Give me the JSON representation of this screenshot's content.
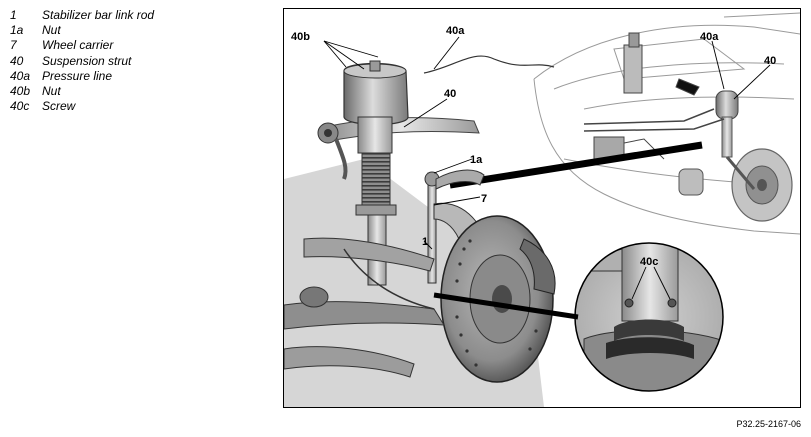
{
  "legend": [
    {
      "code": "1",
      "label": "Stabilizer bar link rod"
    },
    {
      "code": "1a",
      "label": "Nut"
    },
    {
      "code": "7",
      "label": "Wheel carrier"
    },
    {
      "code": "40",
      "label": "Suspension strut"
    },
    {
      "code": "40a",
      "label": "Pressure line"
    },
    {
      "code": "40b",
      "label": "Nut"
    },
    {
      "code": "40c",
      "label": "Screw"
    }
  ],
  "callouts": {
    "c40b": "40b",
    "c40a_main": "40a",
    "c40_main": "40",
    "c1a": "1a",
    "c7": "7",
    "c1": "1",
    "c40a_inset": "40a",
    "c40_inset": "40",
    "c40c": "40c"
  },
  "figure_ref": "P32.25-2167-06"
}
